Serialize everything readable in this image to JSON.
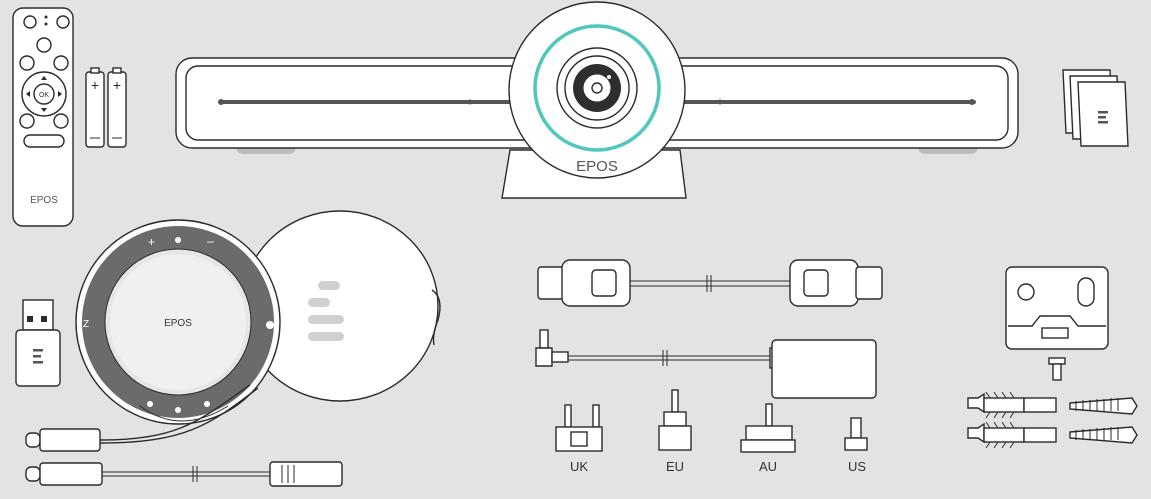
{
  "brand": {
    "logo_text": "EPOS",
    "accent_color": "#4fc7bd"
  },
  "remote": {
    "ok_label": "OK"
  },
  "plug_labels": [
    "UK",
    "EU",
    "AU",
    "US"
  ],
  "icons": [
    "remote-control-icon",
    "battery-icon",
    "video-bar-icon",
    "camera-icon",
    "manual-booklet-icon",
    "speakerphone-icon",
    "pouch-icon",
    "usb-dongle-icon",
    "usb-cable-icon",
    "hdmi-cable-icon",
    "power-adapter-icon",
    "plug-adapter-icon",
    "wall-mount-icon",
    "screw-icon",
    "wall-anchor-icon"
  ]
}
